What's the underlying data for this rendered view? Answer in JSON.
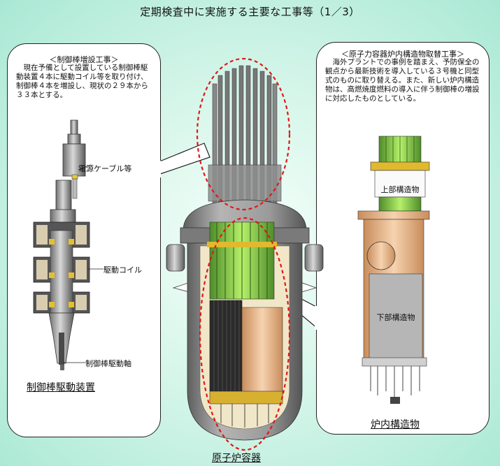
{
  "title": "定期検査中に実施する主要な工事等（1／3）",
  "left_panel": {
    "heading": "＜制御棒増設工事＞",
    "body": "　現在予備として設置している制御棒駆動装置４本に駆動コイル等を取り付け、制御棒４本を増設し、現状の２９本から３３本とする。",
    "labels": {
      "cable": "電源ケーブル等",
      "coil": "駆動コイル",
      "shaft": "制御棒駆動軸"
    },
    "caption": "制御棒駆動装置"
  },
  "right_panel": {
    "heading": "＜原子力容器炉内構造物取替工事＞",
    "body": "　海外プラントでの事例を踏まえ、予防保全の観点から最新技術を導入している３号機と同型式のものに取り替える。また、新しい炉内構造物は、高燃焼度燃料の導入に伴う制御棒の増設に対応したものとしている。",
    "labels": {
      "upper": "上部構造物",
      "lower": "下部構造物"
    },
    "caption": "炉内構造物"
  },
  "center": {
    "caption": "原子炉容器"
  },
  "colors": {
    "highlight_ellipse": "#e01818",
    "upper_internals": "#9fe05a",
    "lower_internals": "#f3d2ad",
    "vessel": "#8a8a8a"
  }
}
